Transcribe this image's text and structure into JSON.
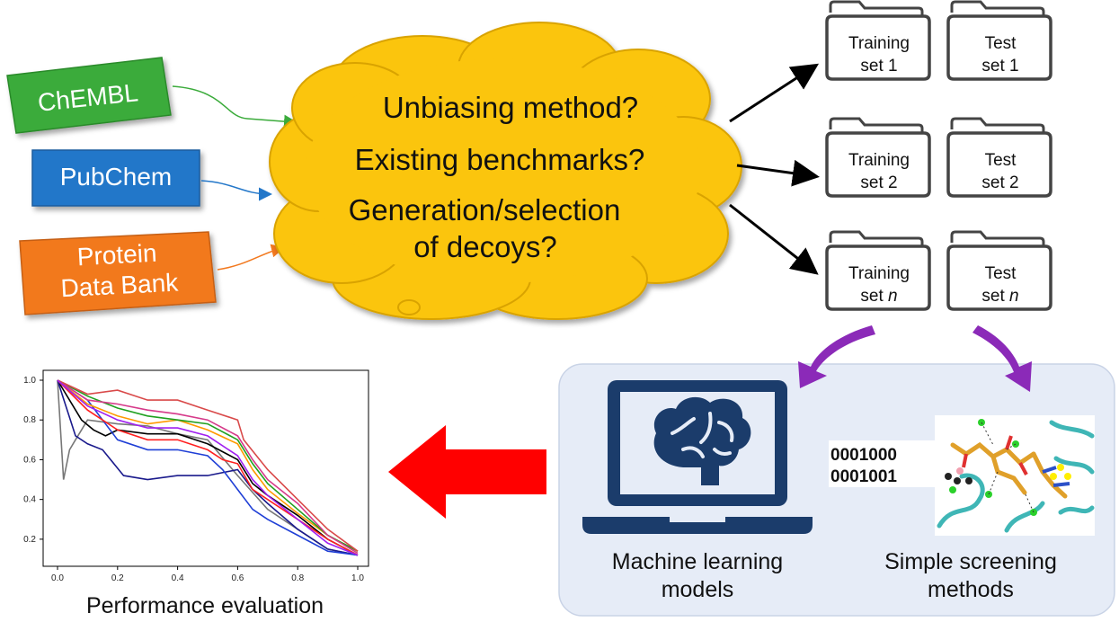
{
  "sources": [
    {
      "label": "ChEMBL",
      "color": "#3bab3b"
    },
    {
      "label": "PubChem",
      "color": "#2377c9"
    },
    {
      "label_line1": "Protein",
      "label_line2": "Data Bank",
      "color": "#f2791f"
    }
  ],
  "cloud": {
    "color": "#fbc50f",
    "lines": [
      "Unbiasing method?",
      "Existing benchmarks?",
      "Generation/selection",
      "of decoys?"
    ]
  },
  "folders": [
    {
      "training": [
        "Training",
        "set 1"
      ],
      "test": [
        "Test",
        "set 1"
      ]
    },
    {
      "training": [
        "Training",
        "set 2"
      ],
      "test": [
        "Test",
        "set 2"
      ]
    },
    {
      "training": [
        "Training",
        "set "
      ],
      "test": [
        "Test",
        "set "
      ],
      "italic": "n"
    }
  ],
  "methods_panel": {
    "ml_label": [
      "Machine learning",
      "models"
    ],
    "screening_label": [
      "Simple screening",
      "methods"
    ],
    "fingerprint_bits": [
      "0001000",
      "0001001"
    ]
  },
  "performance": {
    "caption": "Performance evaluation"
  },
  "colors": {
    "arrow_purple": "#8b2ab8",
    "arrow_red": "#ff0000",
    "panel_bg": "#e6ecf7",
    "laptop": "#1b3c6b"
  },
  "chart_data": {
    "type": "line",
    "xlim": [
      0,
      1.0
    ],
    "ylim": [
      0.1,
      1.0
    ],
    "x_ticks": [
      "0.0",
      "0.2",
      "0.4",
      "0.6",
      "0.8",
      "1.0"
    ],
    "y_ticks": [
      "0.2",
      "0.4",
      "0.6",
      "0.8",
      "1.0"
    ],
    "series": [
      {
        "color": "#777777",
        "points": [
          [
            0,
            1.0
          ],
          [
            0.02,
            0.5
          ],
          [
            0.04,
            0.65
          ],
          [
            0.06,
            0.7
          ],
          [
            0.08,
            0.75
          ],
          [
            0.1,
            0.8
          ],
          [
            0.2,
            0.78
          ],
          [
            0.3,
            0.77
          ],
          [
            0.4,
            0.73
          ],
          [
            0.5,
            0.7
          ],
          [
            0.6,
            0.52
          ],
          [
            0.7,
            0.35
          ],
          [
            0.8,
            0.25
          ],
          [
            0.9,
            0.15
          ],
          [
            1.0,
            0.12
          ]
        ]
      },
      {
        "color": "#000000",
        "points": [
          [
            0,
            1.0
          ],
          [
            0.08,
            0.8
          ],
          [
            0.12,
            0.75
          ],
          [
            0.16,
            0.72
          ],
          [
            0.2,
            0.75
          ],
          [
            0.3,
            0.73
          ],
          [
            0.4,
            0.73
          ],
          [
            0.5,
            0.68
          ],
          [
            0.6,
            0.6
          ],
          [
            0.65,
            0.48
          ],
          [
            0.7,
            0.42
          ],
          [
            0.8,
            0.32
          ],
          [
            0.9,
            0.2
          ],
          [
            1.0,
            0.12
          ]
        ]
      },
      {
        "color": "#1a1a8c",
        "points": [
          [
            0,
            1.0
          ],
          [
            0.06,
            0.72
          ],
          [
            0.1,
            0.68
          ],
          [
            0.15,
            0.65
          ],
          [
            0.22,
            0.52
          ],
          [
            0.3,
            0.5
          ],
          [
            0.4,
            0.52
          ],
          [
            0.5,
            0.52
          ],
          [
            0.6,
            0.55
          ],
          [
            0.65,
            0.45
          ],
          [
            0.7,
            0.38
          ],
          [
            0.8,
            0.25
          ],
          [
            0.9,
            0.15
          ],
          [
            1.0,
            0.12
          ]
        ]
      },
      {
        "color": "#1f3fd6",
        "points": [
          [
            0,
            1.0
          ],
          [
            0.1,
            0.9
          ],
          [
            0.15,
            0.8
          ],
          [
            0.2,
            0.7
          ],
          [
            0.3,
            0.65
          ],
          [
            0.4,
            0.65
          ],
          [
            0.5,
            0.62
          ],
          [
            0.55,
            0.55
          ],
          [
            0.6,
            0.45
          ],
          [
            0.65,
            0.35
          ],
          [
            0.7,
            0.3
          ],
          [
            0.8,
            0.22
          ],
          [
            0.9,
            0.14
          ],
          [
            1.0,
            0.12
          ]
        ]
      },
      {
        "color": "#ff2020",
        "points": [
          [
            0,
            1.0
          ],
          [
            0.1,
            0.85
          ],
          [
            0.2,
            0.75
          ],
          [
            0.3,
            0.7
          ],
          [
            0.4,
            0.7
          ],
          [
            0.5,
            0.65
          ],
          [
            0.55,
            0.6
          ],
          [
            0.6,
            0.58
          ],
          [
            0.65,
            0.45
          ],
          [
            0.7,
            0.4
          ],
          [
            0.8,
            0.3
          ],
          [
            0.9,
            0.2
          ],
          [
            1.0,
            0.12
          ]
        ]
      },
      {
        "color": "#ff9900",
        "points": [
          [
            0,
            1.0
          ],
          [
            0.1,
            0.88
          ],
          [
            0.2,
            0.82
          ],
          [
            0.3,
            0.78
          ],
          [
            0.4,
            0.8
          ],
          [
            0.5,
            0.75
          ],
          [
            0.6,
            0.68
          ],
          [
            0.65,
            0.55
          ],
          [
            0.7,
            0.45
          ],
          [
            0.8,
            0.33
          ],
          [
            0.9,
            0.22
          ],
          [
            1.0,
            0.14
          ]
        ]
      },
      {
        "color": "#20a020",
        "points": [
          [
            0,
            1.0
          ],
          [
            0.1,
            0.92
          ],
          [
            0.2,
            0.86
          ],
          [
            0.3,
            0.82
          ],
          [
            0.4,
            0.8
          ],
          [
            0.5,
            0.78
          ],
          [
            0.6,
            0.7
          ],
          [
            0.65,
            0.58
          ],
          [
            0.7,
            0.48
          ],
          [
            0.8,
            0.35
          ],
          [
            0.9,
            0.22
          ],
          [
            1.0,
            0.14
          ]
        ]
      },
      {
        "color": "#d63a8a",
        "points": [
          [
            0,
            1.0
          ],
          [
            0.1,
            0.9
          ],
          [
            0.2,
            0.88
          ],
          [
            0.3,
            0.85
          ],
          [
            0.4,
            0.83
          ],
          [
            0.5,
            0.8
          ],
          [
            0.6,
            0.72
          ],
          [
            0.65,
            0.6
          ],
          [
            0.7,
            0.5
          ],
          [
            0.8,
            0.38
          ],
          [
            0.9,
            0.22
          ],
          [
            1.0,
            0.13
          ]
        ]
      },
      {
        "color": "#d94a4a",
        "points": [
          [
            0,
            1.0
          ],
          [
            0.1,
            0.93
          ],
          [
            0.2,
            0.95
          ],
          [
            0.3,
            0.9
          ],
          [
            0.4,
            0.9
          ],
          [
            0.5,
            0.85
          ],
          [
            0.6,
            0.8
          ],
          [
            0.62,
            0.7
          ],
          [
            0.7,
            0.55
          ],
          [
            0.8,
            0.4
          ],
          [
            0.9,
            0.25
          ],
          [
            1.0,
            0.14
          ]
        ]
      },
      {
        "color": "#a020f0",
        "points": [
          [
            0,
            1.0
          ],
          [
            0.1,
            0.87
          ],
          [
            0.2,
            0.8
          ],
          [
            0.3,
            0.76
          ],
          [
            0.4,
            0.76
          ],
          [
            0.5,
            0.72
          ],
          [
            0.6,
            0.62
          ],
          [
            0.65,
            0.5
          ],
          [
            0.7,
            0.42
          ],
          [
            0.8,
            0.3
          ],
          [
            0.9,
            0.18
          ],
          [
            1.0,
            0.12
          ]
        ]
      }
    ]
  }
}
